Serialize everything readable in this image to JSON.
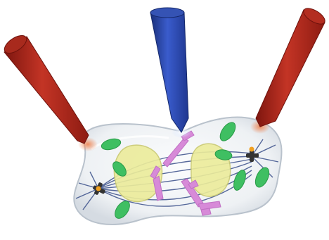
{
  "colors": {
    "background": "#ffffff",
    "cell_fill": "#eef1f4",
    "cell_outline": "#b9c2cc",
    "probe_red": "#b8271c",
    "probe_red_dark": "#7e160f",
    "probe_blue": "#2d4fb8",
    "probe_blue_dark": "#1a2f7a",
    "contact_glow": "#f08a5a",
    "nucleus_yellow": "#ecec9a",
    "chromosome_pink": "#d78ad8",
    "organelle_green": "#3fbf62",
    "spindle_blue": "#3a4f8a",
    "centrosome_dark": "#333333",
    "centrosome_orange": "#f0a020"
  },
  "icons": {
    "left_probe": "red-needle",
    "center_probe": "blue-needle",
    "right_probe": "red-needle",
    "cell": "dividing-cell"
  }
}
